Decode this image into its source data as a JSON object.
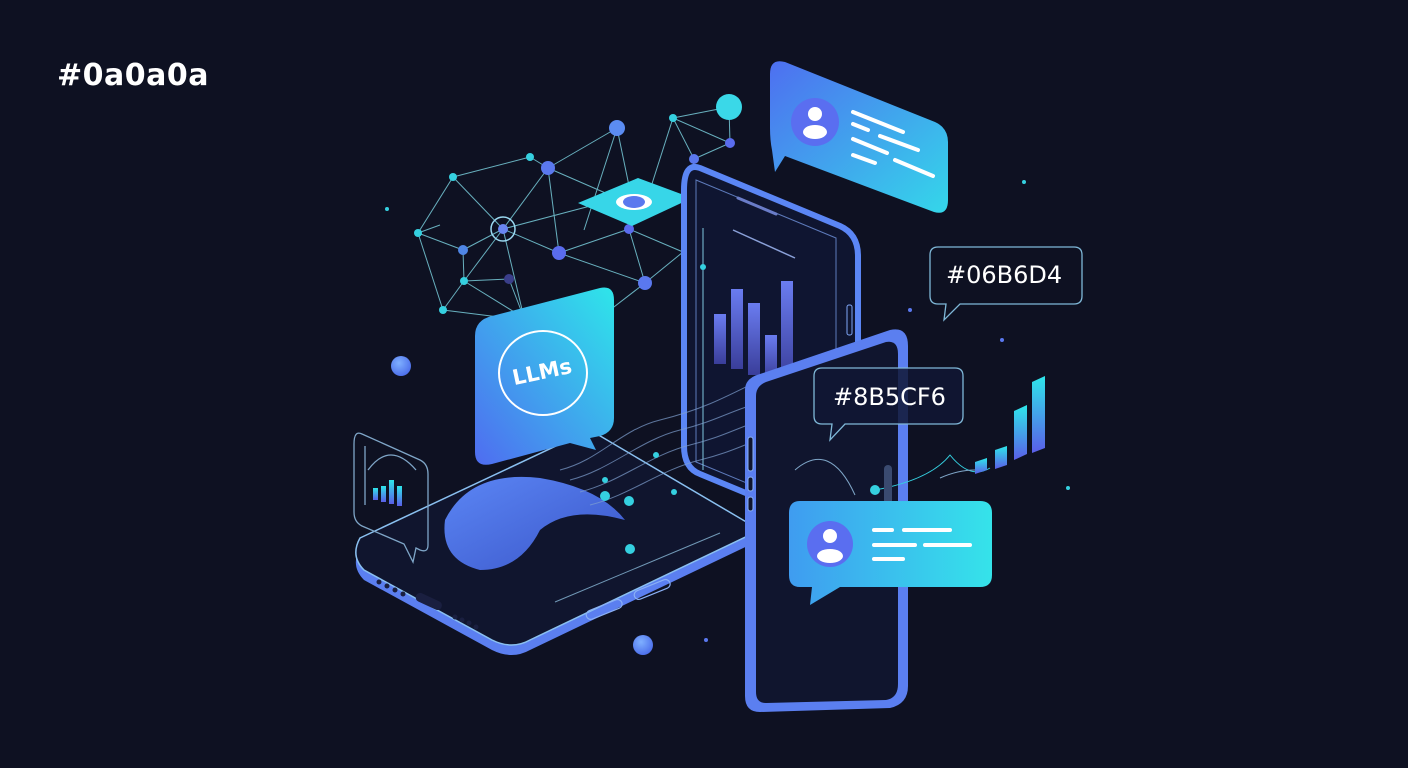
{
  "title": "#0a0a0a",
  "colors": {
    "background": "#0e1122",
    "cyan": "#06B6D4",
    "blue": "#4f7cf0",
    "violet": "#8B5CF6",
    "bright_cyan": "#2ee6ea"
  },
  "badges": {
    "cyan_hex": "#06B6D4",
    "violet_hex": "#8B5CF6"
  },
  "llm_bubble": {
    "label": "LLMs"
  },
  "chat_cards": [
    {
      "name": "top-user-message-card",
      "lines": 5
    },
    {
      "name": "bottom-user-message-card",
      "lines": 5
    }
  ],
  "phone_chart": {
    "bars": [
      0.55,
      0.85,
      0.75,
      0.45,
      1.0
    ]
  },
  "side_chart": {
    "bars": [
      0.15,
      0.35,
      0.7,
      1.0
    ]
  },
  "mini_chart": {
    "bars": [
      0.4,
      0.6,
      0.9,
      0.7
    ]
  }
}
